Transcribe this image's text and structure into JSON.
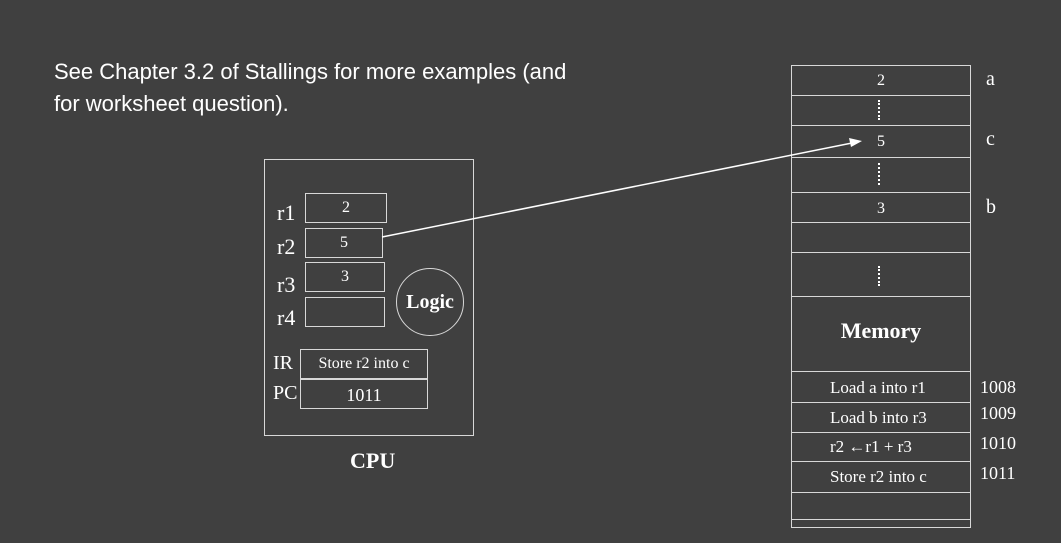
{
  "note": {
    "line1": "See Chapter 3.2 of Stallings for more examples (and",
    "line2": "for worksheet question)."
  },
  "cpu": {
    "label": "CPU",
    "registers": [
      {
        "name": "r1",
        "value": "2"
      },
      {
        "name": "r2",
        "value": "5"
      },
      {
        "name": "r3",
        "value": "3"
      },
      {
        "name": "r4",
        "value": ""
      }
    ],
    "logic_label": "Logic",
    "ir": {
      "name": "IR",
      "value": "Store r2 into c"
    },
    "pc": {
      "name": "PC",
      "value": "1011"
    }
  },
  "memory": {
    "label": "Memory",
    "cells": [
      {
        "value": "2",
        "var": "a"
      },
      {
        "value": "5",
        "var": "c"
      },
      {
        "value": "3",
        "var": "b"
      }
    ],
    "instructions": [
      {
        "text": "Load a into r1",
        "address": "1008"
      },
      {
        "text": "Load b into r3",
        "address": "1009"
      },
      {
        "text": "r2 ←r1 + r3",
        "address": "1010"
      },
      {
        "text": "Store r2 into c",
        "address": "1011"
      }
    ]
  },
  "colors": {
    "background": "#404040",
    "stroke": "#d8d8d8",
    "text": "#ffffff"
  }
}
